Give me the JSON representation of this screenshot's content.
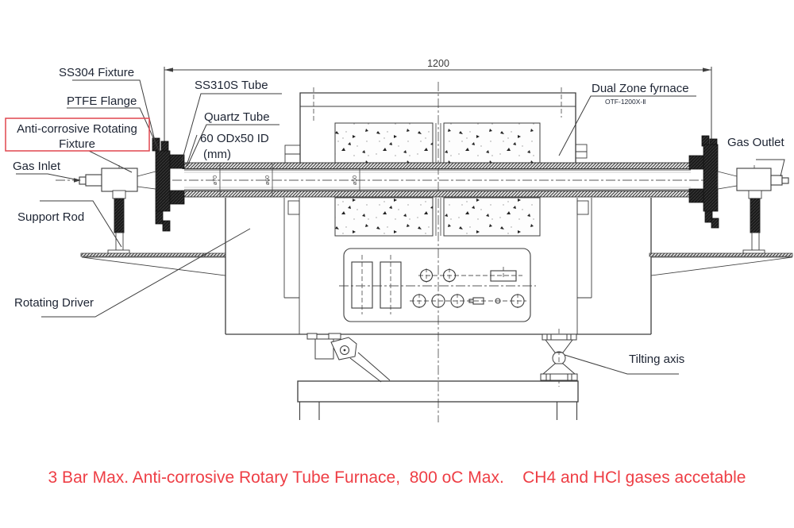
{
  "diagram": {
    "labels": {
      "ss304_fixture": "SS304 Fixture",
      "ptfe_flange": "PTFE Flange",
      "anti_corrosive_line1": "Anti-corrosive Rotating",
      "anti_corrosive_line2": "Fixture",
      "gas_inlet": "Gas Inlet",
      "support_rod": "Support Rod",
      "rotating_driver": "Rotating Driver",
      "ss310s_tube": "SS310S Tube",
      "quartz_tube": "Quartz Tube",
      "tube_size_line1": "60 ODx50 ID",
      "tube_size_line2": "(mm)",
      "dual_zone_furnace": "Dual Zone fyrnace",
      "furnace_model": "OTF-1200X-Ⅱ",
      "gas_outlet": "Gas Outlet",
      "tilting_axis": "Tilting axis"
    },
    "dimensions": {
      "overall_length": "1200",
      "dia_outer": "ø70",
      "dia_mid": "ø60",
      "dia_inner": "ø50"
    },
    "caption": "3 Bar Max. Anti-corrosive Rotary Tube Furnace,  800 oC Max.    CH4 and HCl gases accetable",
    "colors": {
      "caption_red": "#ee3e45",
      "highlight_box_red": "#e0474f",
      "label_ink": "#1d2433",
      "line_ink": "#3d3d3d"
    }
  }
}
